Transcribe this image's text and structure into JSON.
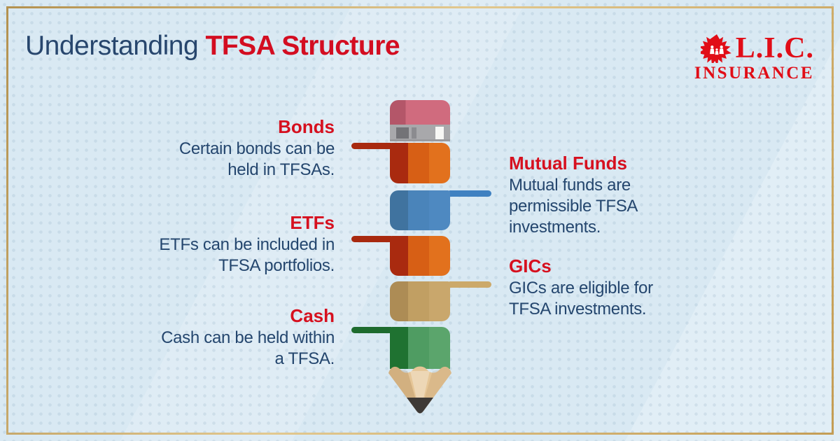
{
  "header": {
    "title_regular": "Understanding ",
    "title_bold": "TFSA Structure",
    "title_regular_color": "#27466d",
    "title_accent_color": "#d30d21"
  },
  "logo": {
    "name": "L.I.C.",
    "subtitle": "INSURANCE",
    "color": "#e10d17",
    "icon": "maple-leaf-icon"
  },
  "items": [
    {
      "id": "bonds",
      "label": "Bonds",
      "desc": "Certain bonds can be held in TFSAs.",
      "side": "left",
      "segment_color": "#d75f15",
      "connector_color": "#a8290f"
    },
    {
      "id": "mutual-funds",
      "label": "Mutual Funds",
      "desc": "Mutual funds are permissible TFSA investments.",
      "side": "right",
      "segment_color": "#4a84ba",
      "connector_color": "#3f81c1"
    },
    {
      "id": "etfs",
      "label": "ETFs",
      "desc": "ETFs can be included in TFSA portfolios.",
      "side": "left",
      "segment_color": "#d75f15",
      "connector_color": "#a8290f"
    },
    {
      "id": "gics",
      "label": "GICs",
      "desc": "GICs are eligible for TFSA investments.",
      "side": "right",
      "segment_color": "#c19f63",
      "connector_color": "#cca96a"
    },
    {
      "id": "cash",
      "label": "Cash",
      "desc": "Cash can be held within a TFSA.",
      "side": "left",
      "segment_color": "#4f9c62",
      "connector_color": "#1d6b2e"
    }
  ],
  "pencil": {
    "parts": [
      "eraser",
      "ferrule",
      "segment-bonds",
      "segment-mutual-funds",
      "segment-etfs",
      "segment-gics",
      "segment-cash",
      "wood-tip"
    ],
    "eraser_color": "#d06b7e",
    "ferrule_color": "#a8a8ab",
    "wood_color": "#e6c697",
    "tip_color": "#3d3936"
  },
  "colors": {
    "background": "#d9e9f3",
    "frame_gold": "#c8a055",
    "label_red": "#d6101f",
    "body_navy": "#24466e"
  }
}
